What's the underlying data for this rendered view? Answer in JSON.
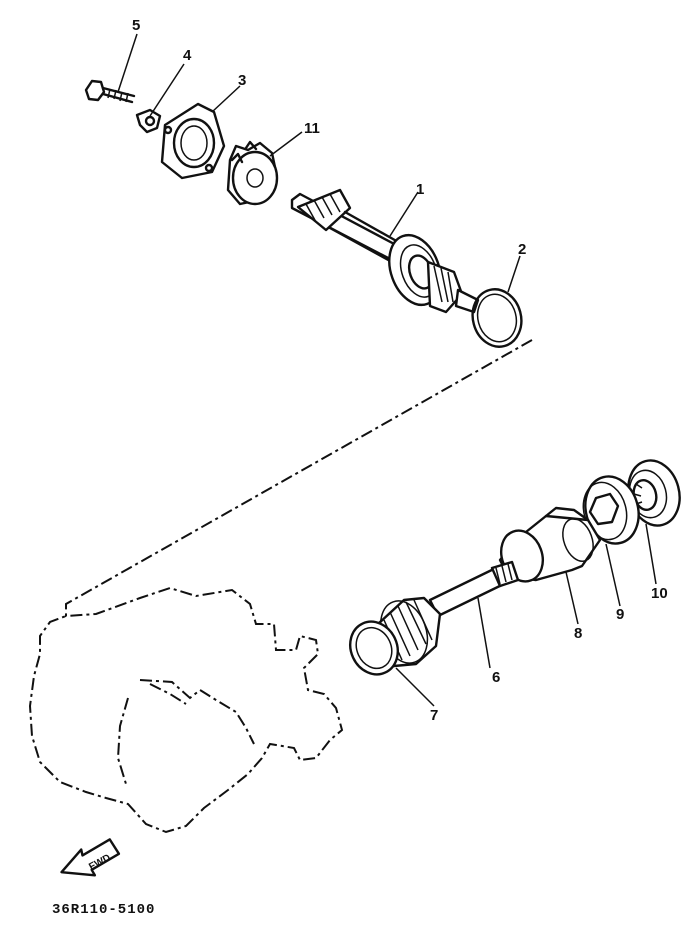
{
  "diagram": {
    "callouts": [
      {
        "id": "c1",
        "text": "1"
      },
      {
        "id": "c2",
        "text": "2"
      },
      {
        "id": "c3",
        "text": "3"
      },
      {
        "id": "c4",
        "text": "4"
      },
      {
        "id": "c5",
        "text": "5"
      },
      {
        "id": "c6",
        "text": "6"
      },
      {
        "id": "c7",
        "text": "7"
      },
      {
        "id": "c8",
        "text": "8"
      },
      {
        "id": "c9",
        "text": "9"
      },
      {
        "id": "c10",
        "text": "10"
      },
      {
        "id": "c11",
        "text": "11"
      }
    ],
    "fwd_label": "FWD",
    "figure_code": "36R110-5100"
  }
}
